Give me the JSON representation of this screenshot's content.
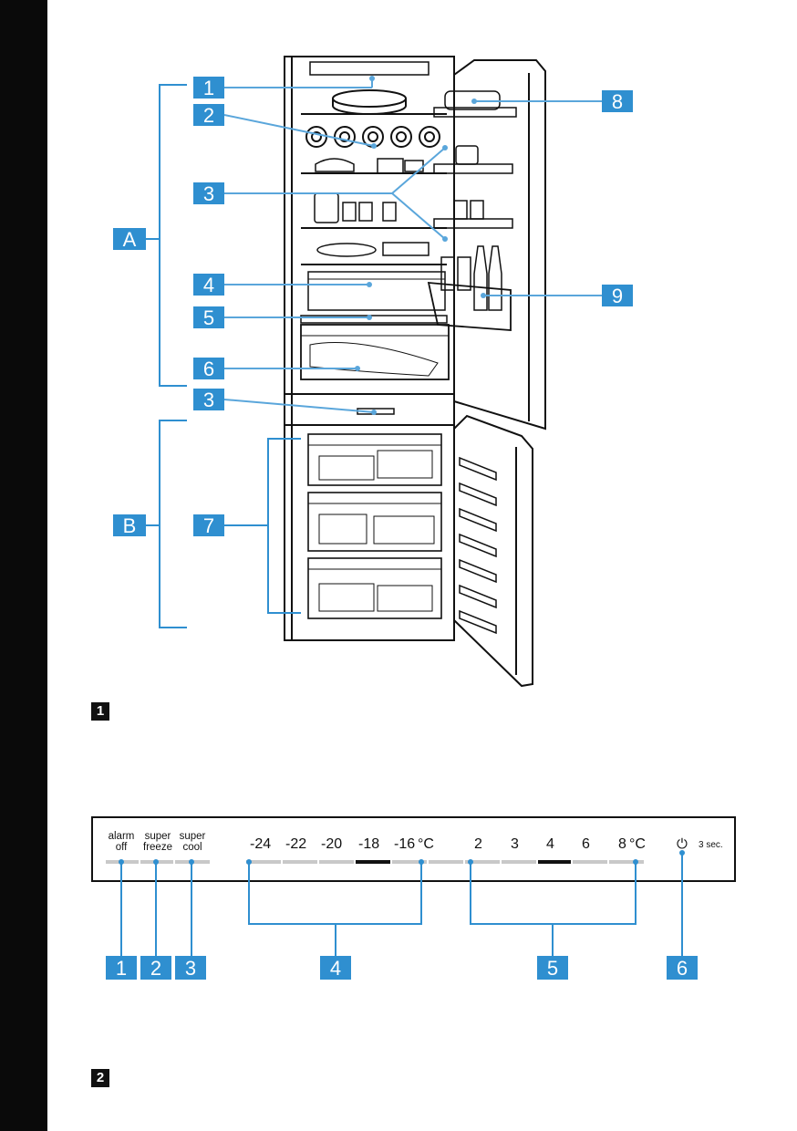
{
  "figure1": {
    "mark": "1",
    "callouts": {
      "c1": "1",
      "c2": "2",
      "c3": "3",
      "c3b": "3",
      "c4": "4",
      "c5": "5",
      "c6": "6",
      "c7": "7",
      "c8": "8",
      "c9": "9"
    },
    "groups": {
      "a": "A",
      "b": "B"
    }
  },
  "figure2": {
    "mark": "2",
    "buttons": [
      {
        "line1": "alarm",
        "line2": "off"
      },
      {
        "line1": "super",
        "line2": "freeze"
      },
      {
        "line1": "super",
        "line2": "cool"
      }
    ],
    "freezer_temps": [
      "-24",
      "-22",
      "-20",
      "-18",
      "-16"
    ],
    "freezer_unit": "°C",
    "freezer_selected": "-18",
    "fridge_temps": [
      "2",
      "3",
      "4",
      "6",
      "8"
    ],
    "fridge_unit": "°C",
    "fridge_selected": "4",
    "power_hint": "3 sec.",
    "callouts": [
      "1",
      "2",
      "3",
      "4",
      "5",
      "6"
    ]
  },
  "colors": {
    "callout_blue": "#2f8fd0",
    "line_blue": "#5aa6db",
    "indicator_gray": "#c8c8c8",
    "indicator_active": "#111111"
  }
}
